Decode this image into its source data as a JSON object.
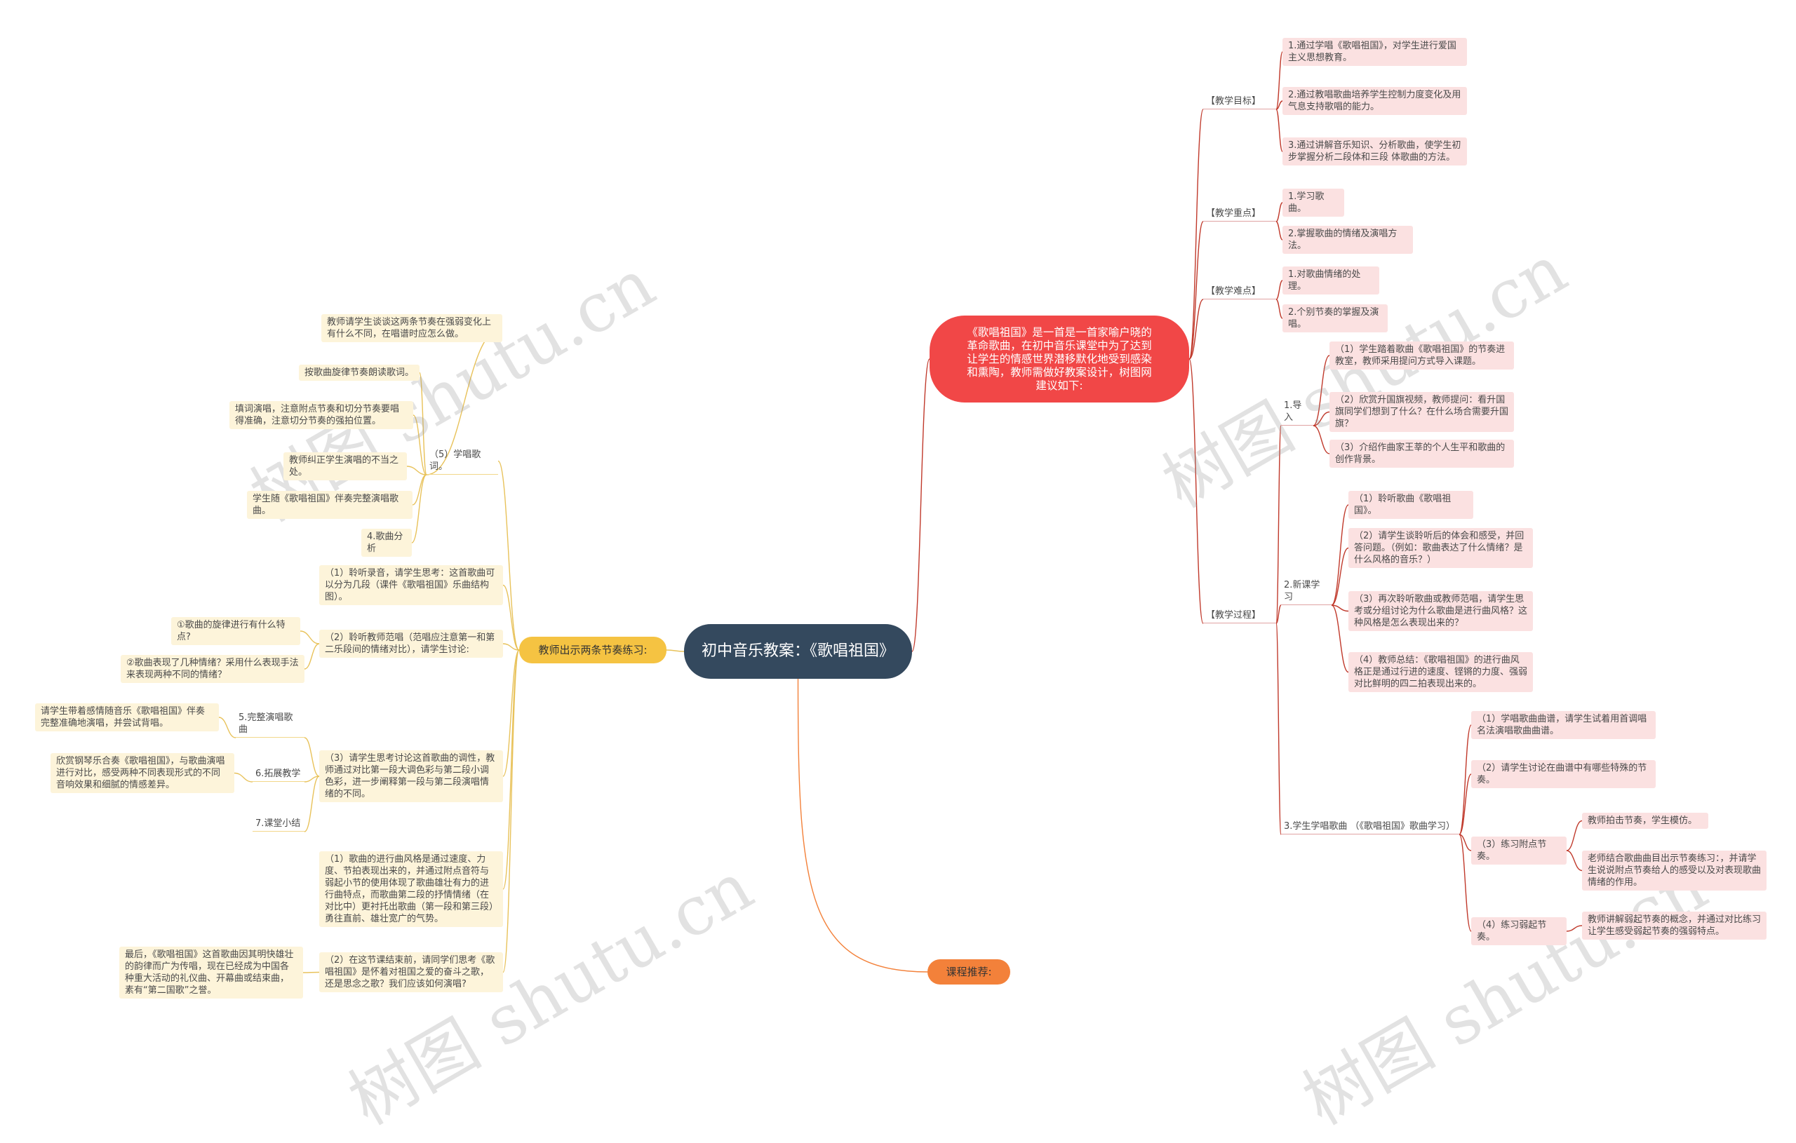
{
  "watermark": "树图 shutu.cn",
  "colors": {
    "center": "#34495e",
    "right_branch": "#f14747",
    "left_branch": "#f5c342",
    "bottom_branch": "#f3813a",
    "right_line": "#c0392b",
    "left_line": "#e8c25a"
  },
  "center": "初中音乐教案：《歌唱祖国》",
  "right_main": "《歌唱祖国》是一首是一首家喻户晓的革命歌曲，在初中音乐课堂中为了达到让学生的情感世界潜移默化地受到感染和熏陶，教师需做好教案设计，树图网建议如下:",
  "left_main": "教师出示两条节奏练习:",
  "bottom_main": "课程推荐:",
  "goal": {
    "label": "【教学目标】",
    "items": [
      "1.通过学唱《歌唱祖国》，对学生进行爱国主义思想教育。",
      "2.通过教唱歌曲培养学生控制力度变化及用气息支持歌唱的能力。",
      "3.通过讲解音乐知识、分析歌曲，使学生初步掌握分析二段体和三段 体歌曲的方法。"
    ]
  },
  "focus": {
    "label": "【教学重点】",
    "items": [
      "1.学习歌曲。",
      "2.掌握歌曲的情绪及演唱方法。"
    ]
  },
  "difficulty": {
    "label": "【教学难点】",
    "items": [
      "1.对歌曲情绪的处理。",
      "2.个别节奏的掌握及演唱。"
    ]
  },
  "process": {
    "label": "【教学过程】",
    "intro": {
      "label": "1.导入",
      "items": [
        "（1）学生踏着歌曲《歌唱祖国》的节奏进教室，教师采用提问方式导入课题。",
        "（2）欣赏升国旗视频，教师提问：看升国旗同学们想到了什么？在什么场合需要升国旗？",
        "（3）介绍作曲家王莘的个人生平和歌曲的创作背景。"
      ]
    },
    "new": {
      "label": "2.新课学习",
      "items": [
        "（1）聆听歌曲《歌唱祖国》。",
        "（2）请学生谈聆听后的体会和感受，并回答问题。（例如：歌曲表达了什么情绪？是什么风格的音乐？）",
        "（3）再次聆听歌曲或教师范唱，请学生思考或分组讨论为什么歌曲是进行曲风格？这种风格是怎么表现出来的？",
        "（4）教师总结：《歌唱祖国》的进行曲风格正是通过行进的速度、铿锵的力度、强弱对比鲜明的四二拍表现出来的。"
      ]
    },
    "learn": {
      "label": "3.学生学唱歌曲 （《歌唱祖国》歌曲学习）",
      "item1": "（1）学唱歌曲曲谱，请学生试着用首调唱名法演唱歌曲曲谱。",
      "item2": "（2）请学生讨论在曲谱中有哪些特殊的节奏。",
      "item3": "（3）练习附点节奏。",
      "item3_subs": [
        "教师拍击节奏，学生模仿。",
        "老师结合歌曲曲目出示节奏练习：，并请学生说说附点节奏给人的感受以及对表现歌曲情绪的作用。"
      ],
      "item4": "（4）练习弱起节奏。",
      "item4_sub": "教师讲解弱起节奏的概念，并通过对比练习让学生感受弱起节奏的强弱特点。"
    }
  },
  "left": {
    "sing_label": "（5）学唱歌词。",
    "sing_items": [
      "教师请学生谈谈这两条节奏在强弱变化上有什么不同，在唱谱时应怎么做。",
      "按歌曲旋律节奏朗读歌词。",
      "填词演唱，注意附点节奏和切分节奏要唱得准确，注意切分节奏的强拍位置。",
      "教师纠正学生演唱的不当之处。",
      "学生随《歌唱祖国》伴奏完整演唱歌曲。",
      "4.歌曲分析"
    ],
    "a1": "（1）聆听录音，请学生思考：这首歌曲可以分为几段（课件《歌唱祖国》乐曲结构图）。",
    "a2": "（2）聆听教师范唱（范唱应注意第一和第二乐段间的情绪对比），请学生讨论:",
    "a2_subs": [
      "①歌曲的旋律进行有什么特点?",
      "②歌曲表现了几种情绪？采用什么表现手法来表现两种不同的情绪？"
    ],
    "a3": "（3）请学生思考讨论这首歌曲的调性，教师通过对比第一段大调色彩与第二段小调色彩，进一步阐释第一段与第二段演唱情绪的不同。",
    "a3_subs": [
      {
        "label": "5.完整演唱歌曲",
        "detail": "请学生带着感情随音乐《歌唱祖国》伴奏完整准确地演唱，并尝试背唱。"
      },
      {
        "label": "6.拓展教学",
        "detail": "欣赏钢琴乐合奏《歌唱祖国》，与歌曲演唱进行对比，感受两种不同表现形式的不同音响效果和细腻的情感差异。"
      },
      {
        "label": "7.课堂小结"
      }
    ],
    "b1": "（1）歌曲的进行曲风格是通过速度、力度、节拍表现出来的，并通过附点音符与弱起小节的使用体现了歌曲雄壮有力的进行曲特点，而歌曲第二段的抒情情绪（在对比中）更衬托出歌曲（第一段和第三段）勇往直前、雄壮宽广的气势。",
    "b2": "（2）在这节课结束前，请同学们思考《歌唱祖国》是怀着对祖国之爱的奋斗之歌，还是思念之歌？我们应该如何演唱?",
    "b2_sub": "最后，《歌唱祖国》这首歌曲因其明快雄壮的韵律而广为传唱，现在已经成为中国各种重大活动的礼仪曲、开幕曲或结束曲，素有“第二国歌”之誉。"
  }
}
